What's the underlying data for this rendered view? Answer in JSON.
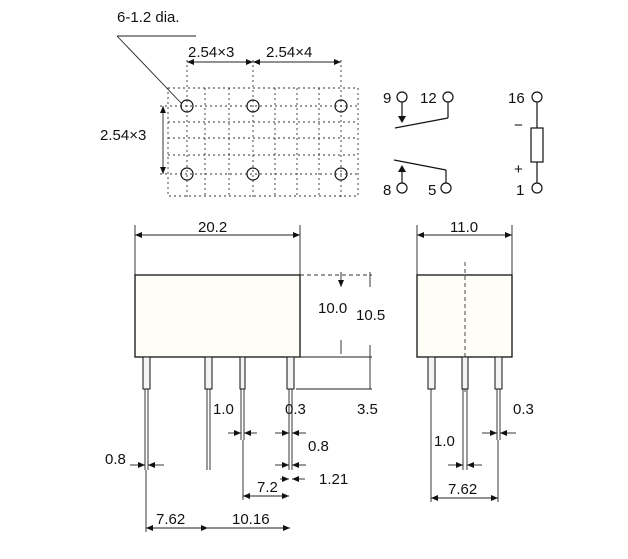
{
  "footprint": {
    "hole_note": "6-1.2 dia.",
    "pitch_x_left": "2.54×3",
    "pitch_x_right": "2.54×4",
    "pitch_y": "2.54×3"
  },
  "schematic": {
    "pins": {
      "p9": "9",
      "p12": "12",
      "p8": "8",
      "p5": "5",
      "p16": "16",
      "p1": "1"
    },
    "coil_minus": "−",
    "coil_plus": "+"
  },
  "front_view": {
    "width": "20.2",
    "height_body": "10.0",
    "height_total": "10.5",
    "pin_gap_label": "3.5",
    "pin_width": "1.0",
    "pin_thickness": "0.3",
    "pin_offset": "0.8",
    "pin_width_lower": "0.8",
    "dim_72": "7.2",
    "dim_121": "1.21",
    "dim_762": "7.62",
    "dim_1016": "10.16"
  },
  "side_view": {
    "width": "11.0",
    "pin_thickness": "0.3",
    "pin_width": "1.0",
    "pin_span": "7.62"
  }
}
